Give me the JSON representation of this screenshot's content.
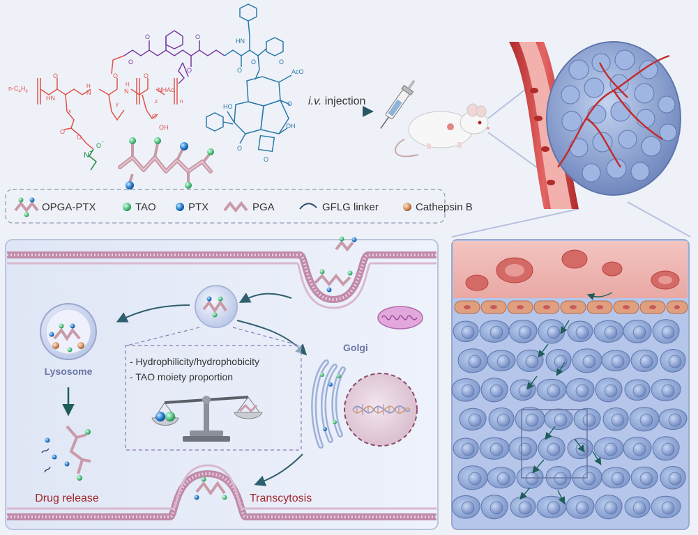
{
  "colors": {
    "background": "#eef2f8",
    "red_chem": "#e0524a",
    "purple_chem": "#7a3aa0",
    "blue_chem": "#2b78a8",
    "green_chem": "#1e8a3c",
    "tao": "#5cc98a",
    "ptx": "#2f86d6",
    "pga": "#c99aa8",
    "cathepsin": "#d99a6a",
    "vessel": "#c73a3a",
    "cell_fill": "#8fa9d8",
    "drug_release": "#a0262a",
    "arrow": "#2f5f6e"
  },
  "top": {
    "injection_label_italic": "i.v.",
    "injection_label_rest": " injection",
    "chem": {
      "chain_start": "n-C",
      "chain_sub1": "4",
      "chain_mid": "H",
      "chain_sub2": "9",
      "hn": "HN",
      "nhac": "NHAc",
      "x": "x",
      "y": "y",
      "z": "z",
      "n": "n",
      "o": "O",
      "n_atom": "N",
      "h": "H",
      "oh": "OH",
      "cooh": "OH",
      "ho": "HO",
      "aco": "AcO",
      "nh": "HN",
      "nplus": "+",
      "ominus": "-"
    }
  },
  "legend": {
    "items": [
      {
        "label": "OPGA-PTX",
        "icon": "polymer-drug-icon"
      },
      {
        "label": "TAO",
        "icon": "green-sphere-icon"
      },
      {
        "label": "PTX",
        "icon": "blue-sphere-icon"
      },
      {
        "label": "PGA",
        "icon": "polymer-chain-icon"
      },
      {
        "label": "GFLG linker",
        "icon": "linker-curve-icon"
      },
      {
        "label": "Cathepsin B",
        "icon": "cathepsin-sphere-icon"
      }
    ]
  },
  "cell_panel": {
    "lysosome": "Lysosome",
    "golgi": "Golgi",
    "drug_release": "Drug release",
    "transcytosis": "Transcytosis",
    "factors": [
      "- Hydrophilicity/hydrophobicity",
      "- TAO moiety proportion"
    ]
  }
}
